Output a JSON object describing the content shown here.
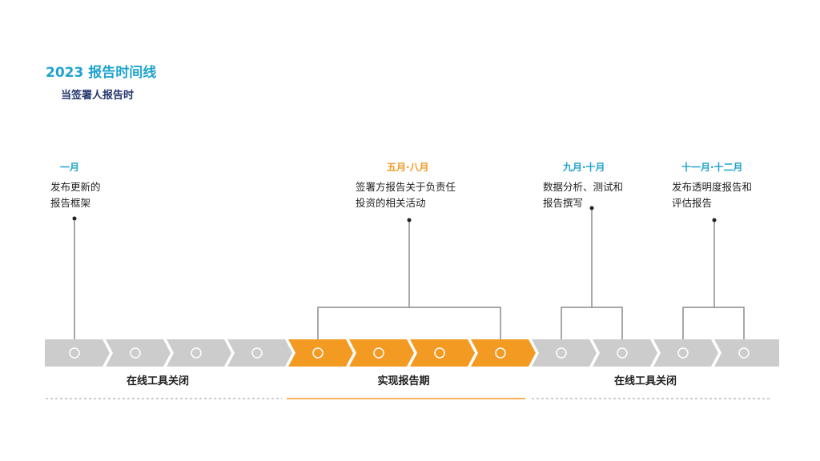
{
  "title": "2023 报告时间线",
  "subtitle": "当签署人报告时",
  "colors": {
    "title": "#1fa3cf",
    "subtitle": "#24356e",
    "month_blue": "#1fa3cf",
    "month_orange": "#f39a23",
    "chevron_gray": "#cccccc",
    "chevron_orange": "#f39a23",
    "dashed_line": "#bbbbbb",
    "orange_line": "#f39a23"
  },
  "milestones": [
    {
      "month": "一月",
      "description": "发布更新的\n报告框架"
    },
    {
      "month": "五月·八月",
      "description": "签署方报告关于负责任\n投资的相关活动"
    },
    {
      "month": "九月·十月",
      "description": "数据分析、测试和\n报告撰写"
    },
    {
      "month": "十一月·十二月",
      "description": "发布透明度报告和\n评估报告"
    }
  ],
  "timeline_segments": [
    {
      "label": "在线工具关闭",
      "state": "inactive"
    },
    {
      "label": "实现报告期",
      "state": "active"
    },
    {
      "label": "在线工具关闭",
      "state": "inactive"
    }
  ]
}
